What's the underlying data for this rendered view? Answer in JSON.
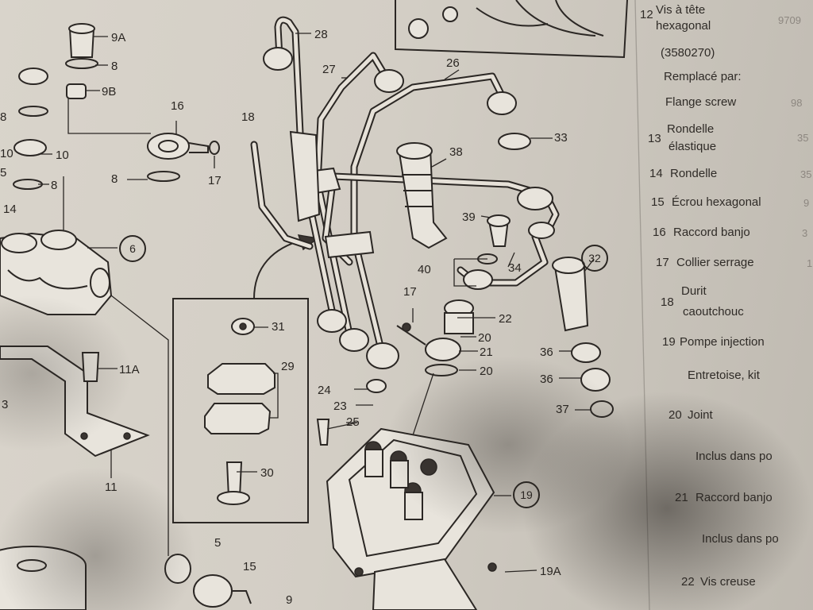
{
  "diagram": {
    "callouts": [
      "9A",
      "8",
      "9B",
      "16",
      "17",
      "18",
      "28",
      "27",
      "26",
      "33",
      "38",
      "39",
      "34",
      "32",
      "40",
      "17",
      "22",
      "20",
      "21",
      "20",
      "36",
      "36",
      "37",
      "24",
      "23",
      "25",
      "10",
      "10",
      "8",
      "8",
      "8",
      "14",
      "5",
      "31",
      "29",
      "30",
      "11A",
      "11",
      "3",
      "5",
      "9",
      "19A",
      "15",
      "6",
      "19"
    ],
    "inset_arrow": "detail"
  },
  "parts_list": [
    {
      "num": "12",
      "text": "Vis à tête",
      "text2": "hexagonal",
      "ref": "9709"
    },
    {
      "num": "",
      "text": "(3580270)",
      "text2": "",
      "ref": ""
    },
    {
      "num": "",
      "text": "Remplacé par:",
      "text2": "",
      "ref": ""
    },
    {
      "num": "",
      "text": "Flange screw",
      "text2": "",
      "ref": "98"
    },
    {
      "num": "13",
      "text": "Rondelle",
      "text2": "élastique",
      "ref": "35"
    },
    {
      "num": "14",
      "text": "Rondelle",
      "text2": "",
      "ref": "35"
    },
    {
      "num": "15",
      "text": "Écrou hexagonal",
      "text2": "",
      "ref": "9"
    },
    {
      "num": "16",
      "text": "Raccord banjo",
      "text2": "",
      "ref": "3"
    },
    {
      "num": "17",
      "text": "Collier serrage",
      "text2": "",
      "ref": "1"
    },
    {
      "num": "18",
      "text": "Durit",
      "text2": "caoutchouc",
      "ref": ""
    },
    {
      "num": "19",
      "text": "Pompe injection",
      "text2": "",
      "ref": ""
    },
    {
      "num": "",
      "text": "Entretoise, kit",
      "text2": "",
      "ref": ""
    },
    {
      "num": "20",
      "text": "Joint",
      "text2": "",
      "ref": ""
    },
    {
      "num": "",
      "text": "Inclus dans po",
      "text2": "",
      "ref": ""
    },
    {
      "num": "21",
      "text": "Raccord banjo",
      "text2": "",
      "ref": ""
    },
    {
      "num": "",
      "text": "Inclus dans po",
      "text2": "",
      "ref": ""
    },
    {
      "num": "22",
      "text": "Vis creuse",
      "text2": "",
      "ref": ""
    }
  ]
}
